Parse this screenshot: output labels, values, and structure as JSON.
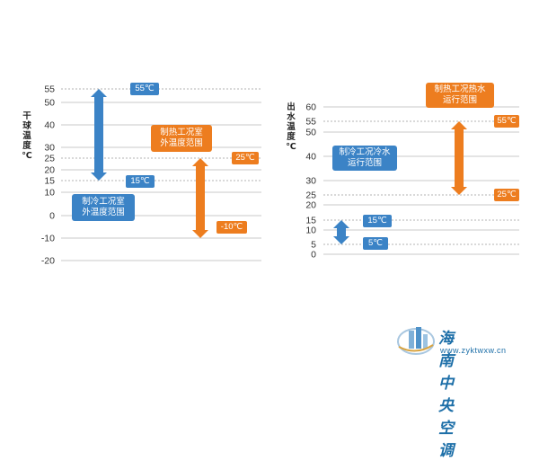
{
  "chart_data": [
    {
      "type": "range",
      "ylabel": "干球温度℃",
      "yticks": [
        55,
        50,
        40,
        30,
        25,
        20,
        15,
        10,
        0,
        -10,
        -20
      ],
      "ylim": [
        -20,
        55
      ],
      "grid": true,
      "ranges": [
        {
          "name": "制冷工况室外温度范围",
          "label": "制冷工况室\n外温度范围",
          "min": 15,
          "max": 55,
          "min_label": "15℃",
          "max_label": "55℃",
          "color": "#3b83c6"
        },
        {
          "name": "制热工况室外温度范围",
          "label": "制热工况室\n外温度范围",
          "min": -10,
          "max": 25,
          "min_label": "-10℃",
          "max_label": "25℃",
          "color": "#ed7d1f"
        }
      ]
    },
    {
      "type": "range",
      "ylabel": "出水温度℃",
      "yticks": [
        60,
        55,
        50,
        40,
        30,
        25,
        20,
        15,
        10,
        5,
        0
      ],
      "ylim": [
        0,
        60
      ],
      "grid": true,
      "ranges": [
        {
          "name": "制冷工况冷水运行范围",
          "label": "制冷工况冷水\n运行范围",
          "min": 5,
          "max": 15,
          "min_label": "5℃",
          "max_label": "15℃",
          "color": "#3b83c6"
        },
        {
          "name": "制热工况热水运行范围",
          "label": "制热工况热水\n运行范围",
          "min": 25,
          "max": 55,
          "min_label": "25℃",
          "max_label": "55℃",
          "color": "#ed7d1f"
        }
      ]
    }
  ],
  "watermark": {
    "title": "海南中央空调",
    "url": "www.zyktwxw.cn"
  }
}
